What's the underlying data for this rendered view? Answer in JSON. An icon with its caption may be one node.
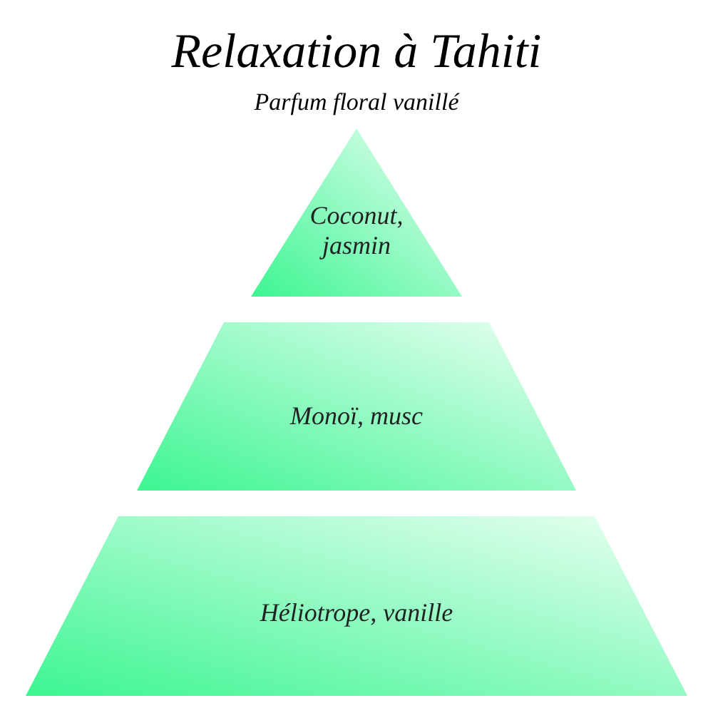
{
  "diagram": {
    "title": "Relaxation à Tahiti",
    "nodes": [
      {
        "text": [
          "Coconut, jasmin"
        ]
      },
      {
        "text": [
          "Monoï, musc"
        ]
      },
      {
        "text": [
          "Héliotrope, vanille"
        ]
      }
    ],
    "labels": [
      "Parfum floral vanillé"
    ]
  }
}
